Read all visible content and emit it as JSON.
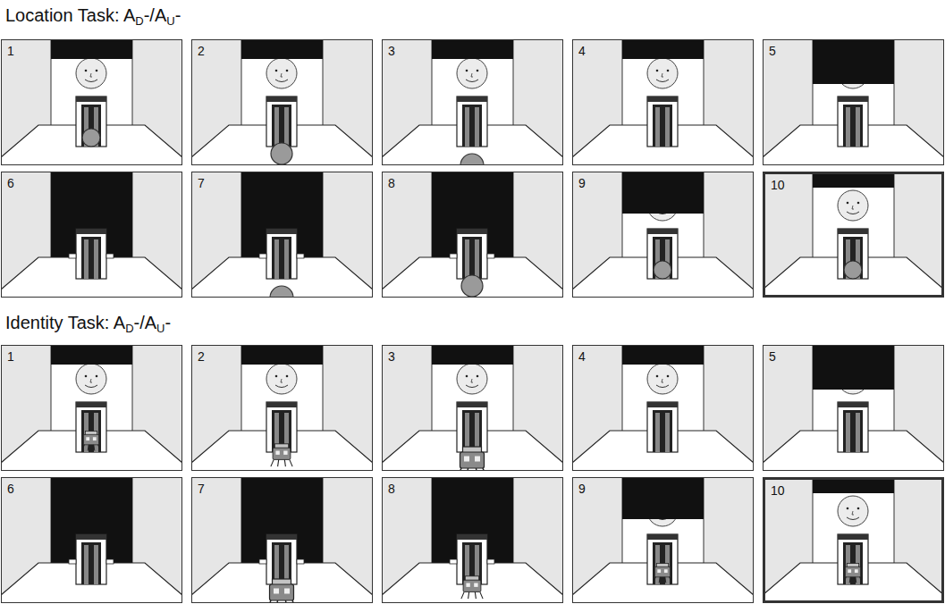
{
  "diagram": {
    "nodes": [
      {
        "text": [
          "1"
        ]
      },
      {
        "text": [
          "2"
        ]
      },
      {
        "text": [
          "3"
        ]
      },
      {
        "text": [
          "4"
        ]
      },
      {
        "text": [
          "5"
        ]
      },
      {
        "text": [
          "6"
        ]
      },
      {
        "text": [
          "7"
        ]
      },
      {
        "text": [
          "8"
        ]
      },
      {
        "text": [
          "9"
        ]
      },
      {
        "text": [
          "10"
        ]
      },
      {
        "text": [
          "1"
        ]
      },
      {
        "text": [
          "2"
        ]
      },
      {
        "text": [
          "3"
        ]
      },
      {
        "text": [
          "4"
        ]
      },
      {
        "text": [
          "5"
        ]
      },
      {
        "text": [
          "6"
        ]
      },
      {
        "text": [
          "7"
        ]
      },
      {
        "text": [
          "8"
        ]
      },
      {
        "text": [
          "9"
        ]
      },
      {
        "text": [
          "10"
        ]
      }
    ],
    "labels": [
      "Location Task: A",
      "D",
      "-/A",
      "U",
      "-",
      "Identity Task: A",
      "D",
      "-/A",
      "U",
      "-"
    ]
  }
}
